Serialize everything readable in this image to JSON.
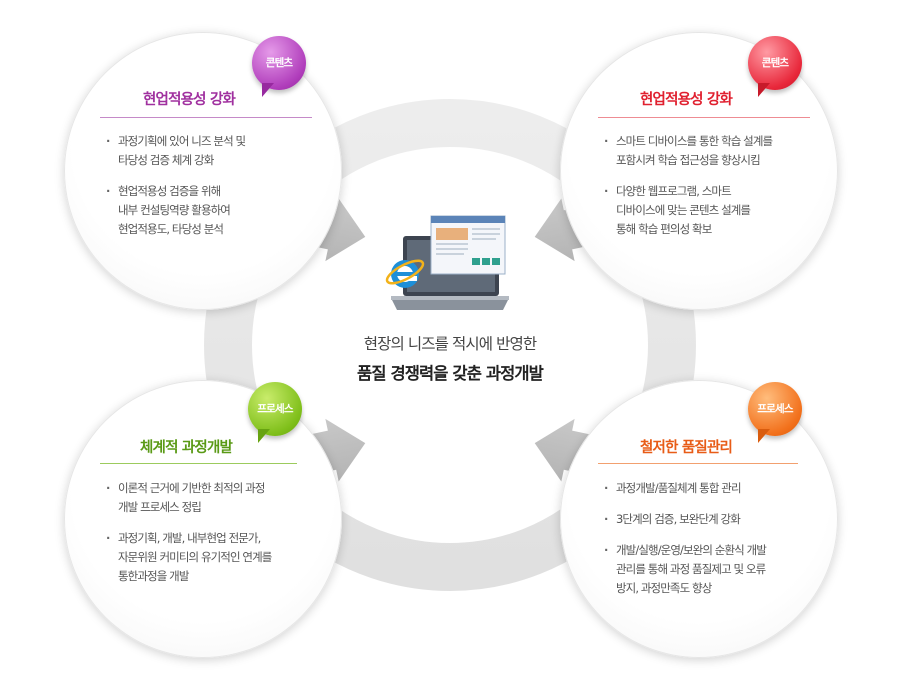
{
  "center": {
    "line1": "현장의 니즈를 적시에 반영한",
    "line2": "품질 경쟁력을 갖춘 과정개발"
  },
  "colors": {
    "purple": "#a0309f",
    "red": "#e0202f",
    "green": "#5a9a16",
    "orange": "#e85c17",
    "ring": "#e4e4e4",
    "arrow": "#bdbdbd"
  },
  "quadrants": {
    "top_left": {
      "badge": "콘텐츠",
      "title": "현업적용성 강화",
      "items": [
        "과정기획에 있어 니즈 분석 및\n타당성 검증 체계 강화",
        "현업적용성 검증을 위해\n내부 컨설팅역량 활용하여\n현업적용도, 타당성 분석"
      ]
    },
    "top_right": {
      "badge": "콘텐츠",
      "title": "현업적용성 강화",
      "items": [
        "스마트 디바이스를 통한 학습 설계를\n포함시켜 학습 접근성을 향상시킴",
        "다양한 웹프로그램, 스마트\n디바이스에 맞는 콘텐츠 설계를\n통해 학습 편의성 확보"
      ]
    },
    "bottom_left": {
      "badge": "프로세스",
      "title": "체계적 과정개발",
      "items": [
        "이론적 근거에 기반한 최적의 과정\n개발 프로세스 정립",
        "과정기획, 개발, 내부현업 전문가,\n자문위원 커미티의 유기적인 연계를\n통한과정을 개발"
      ]
    },
    "bottom_right": {
      "badge": "프로세스",
      "title": "철저한 품질관리",
      "items": [
        "과정개발/품질체계 통합 관리",
        "3단계의 검증, 보완단계 강화",
        "개발/실행/운영/보완의 순환식 개발\n관리를 통해 과정 품질제고 및 오류\n방지, 과정만족도 향상"
      ]
    }
  }
}
